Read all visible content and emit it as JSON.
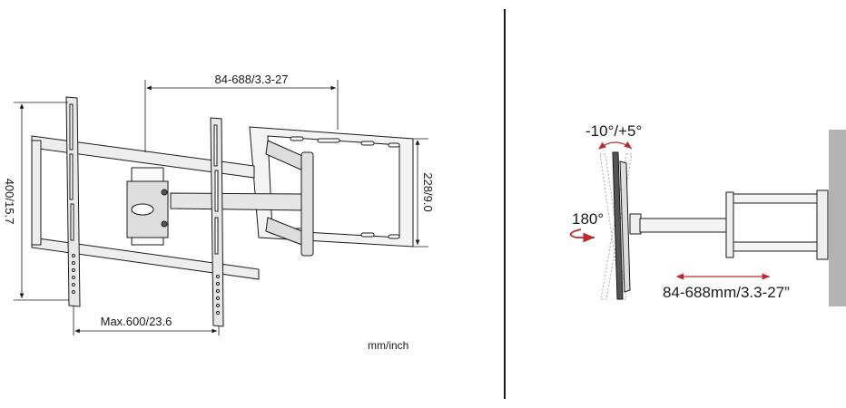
{
  "left_diagram": {
    "extension_label": "84-688/3.3-27",
    "vertical_label": "400/15.7",
    "bracket_height_label": "228/9.0",
    "horizontal_label": "Max.600/23.6",
    "units_label": "mm/inch"
  },
  "right_diagram": {
    "tilt_label": "-10°/+5°",
    "swivel_label": "180°",
    "extension_label": "84-688mm/3.3-27”"
  },
  "colors": {
    "line": "#1a1a1a",
    "accent_arrow": "#c0272d",
    "wall": "#b3b3b3",
    "metal": "#e8e8e8"
  }
}
